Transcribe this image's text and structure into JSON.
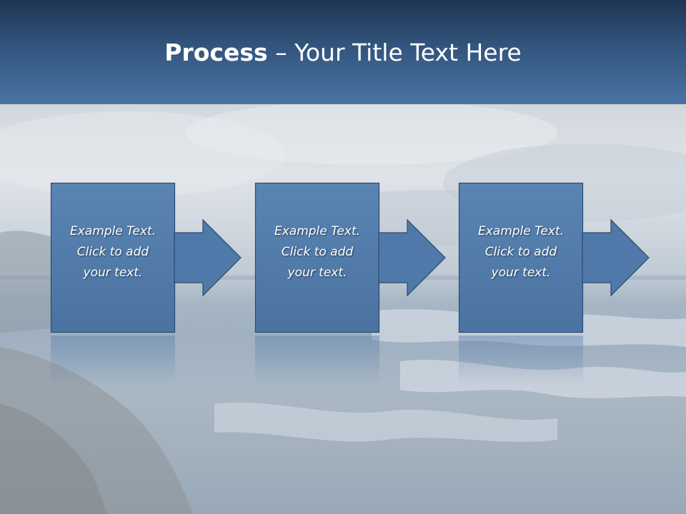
{
  "slide": {
    "title_bold": "Process",
    "title_rest": " – Your Title Text Here"
  },
  "steps": [
    {
      "line1": "Example Text.",
      "line2": "Click  to add",
      "line3": "your text."
    },
    {
      "line1": "Example Text.",
      "line2": "Click  to add",
      "line3": "your text."
    },
    {
      "line1": "Example Text.",
      "line2": "Click  to add",
      "line3": "your text."
    }
  ],
  "colors": {
    "header_top": "#1f3553",
    "header_bottom": "#4a74a3",
    "step_fill": "#4f79a8",
    "step_border": "#2b4a6f",
    "text": "#ffffff"
  },
  "icons": [
    "right-arrow-icon"
  ]
}
